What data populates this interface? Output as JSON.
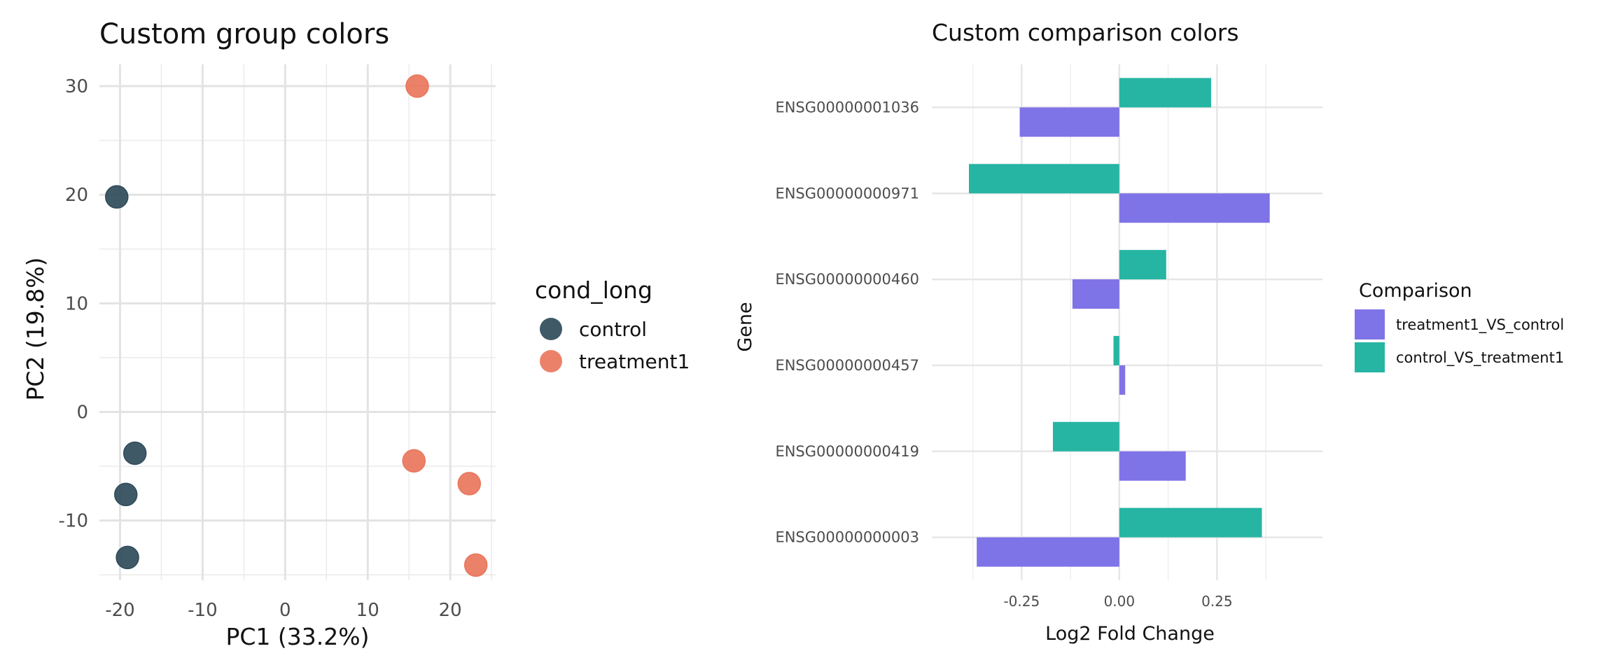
{
  "chart_data": [
    {
      "type": "scatter",
      "title": "Custom group colors",
      "xlabel": "PC1 (33.2%)",
      "ylabel": "PC2 (19.8%)",
      "xlim": [
        -22.5,
        25.5
      ],
      "ylim": [
        -15.5,
        32.0
      ],
      "xticks": [
        -20,
        -10,
        0,
        10,
        20
      ],
      "yticks": [
        -10,
        0,
        10,
        20,
        30
      ],
      "grid": true,
      "legend": {
        "title": "cond_long",
        "position": "right"
      },
      "series": [
        {
          "name": "control",
          "color": "#2F4B5A",
          "points": [
            {
              "x": -20.4,
              "y": 19.8
            },
            {
              "x": -18.2,
              "y": -3.8
            },
            {
              "x": -19.3,
              "y": -7.6
            },
            {
              "x": -19.1,
              "y": -13.4
            }
          ]
        },
        {
          "name": "treatment1",
          "color": "#E9765C",
          "points": [
            {
              "x": 16.0,
              "y": 30.0
            },
            {
              "x": 15.6,
              "y": -4.5
            },
            {
              "x": 22.3,
              "y": -6.6
            },
            {
              "x": 23.1,
              "y": -14.1
            }
          ]
        }
      ]
    },
    {
      "type": "bar",
      "orientation": "horizontal",
      "title": "Custom comparison colors",
      "xlabel": "Log2 Fold Change",
      "ylabel": "Gene",
      "xlim": [
        -0.48,
        0.52
      ],
      "xticks": [
        -0.25,
        0.0,
        0.25
      ],
      "xtick_labels": [
        "-0.25",
        "0.00",
        "0.25"
      ],
      "grid": true,
      "legend": {
        "title": "Comparison",
        "position": "right"
      },
      "categories": [
        "ENSG00000001036",
        "ENSG00000000971",
        "ENSG00000000460",
        "ENSG00000000457",
        "ENSG00000000419",
        "ENSG00000000003"
      ],
      "series": [
        {
          "name": "treatment1_VS_control",
          "color": "#7F73E8",
          "values": [
            -0.255,
            0.385,
            -0.12,
            0.015,
            0.17,
            -0.365
          ]
        },
        {
          "name": "control_VS_treatment1",
          "color": "#26B5A3",
          "values": [
            0.235,
            -0.385,
            0.12,
            -0.015,
            -0.17,
            0.365
          ]
        }
      ]
    }
  ]
}
